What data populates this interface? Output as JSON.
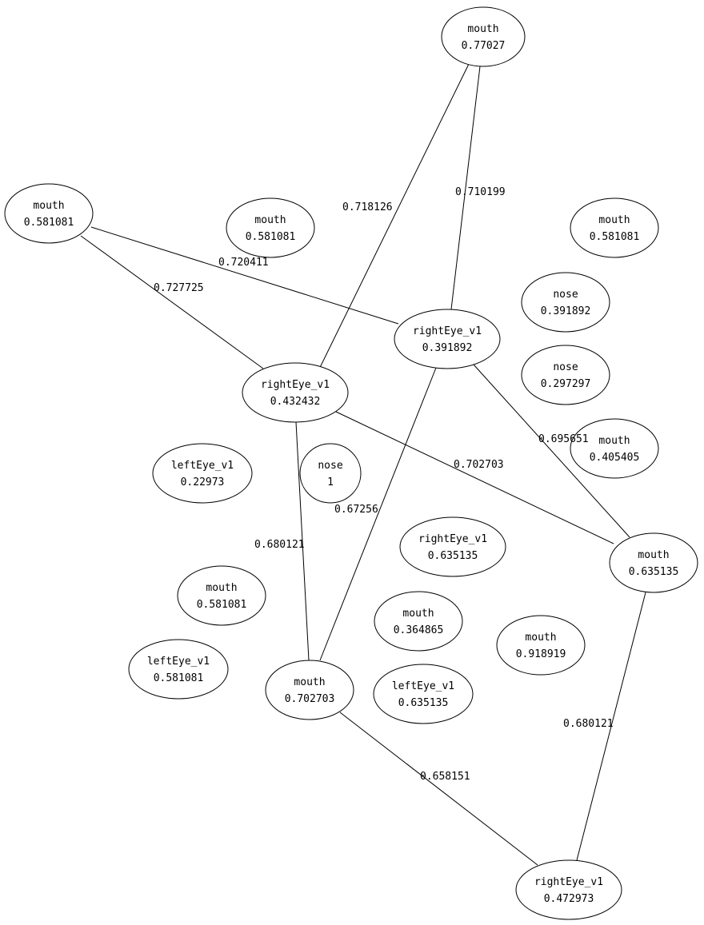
{
  "graph": {
    "colors": {
      "background": "#ffffff",
      "stroke": "#000000",
      "text": "#000000"
    },
    "nodes": [
      {
        "id": "n1",
        "label": "mouth",
        "score": "0.77027"
      },
      {
        "id": "n2",
        "label": "mouth",
        "score": "0.581081"
      },
      {
        "id": "n3",
        "label": "mouth",
        "score": "0.581081"
      },
      {
        "id": "n4",
        "label": "mouth",
        "score": "0.581081"
      },
      {
        "id": "n5",
        "label": "nose",
        "score": "0.391892"
      },
      {
        "id": "n6",
        "label": "rightEye_v1",
        "score": "0.391892"
      },
      {
        "id": "n7",
        "label": "nose",
        "score": "0.297297"
      },
      {
        "id": "n8",
        "label": "rightEye_v1",
        "score": "0.432432"
      },
      {
        "id": "n9",
        "label": "mouth",
        "score": "0.405405"
      },
      {
        "id": "n10",
        "label": "leftEye_v1",
        "score": "0.22973"
      },
      {
        "id": "n11",
        "label": "nose",
        "score": "1"
      },
      {
        "id": "n12",
        "label": "rightEye_v1",
        "score": "0.635135"
      },
      {
        "id": "n13",
        "label": "mouth",
        "score": "0.635135"
      },
      {
        "id": "n14",
        "label": "mouth",
        "score": "0.581081"
      },
      {
        "id": "n15",
        "label": "mouth",
        "score": "0.364865"
      },
      {
        "id": "n16",
        "label": "mouth",
        "score": "0.918919"
      },
      {
        "id": "n17",
        "label": "leftEye_v1",
        "score": "0.581081"
      },
      {
        "id": "n18",
        "label": "mouth",
        "score": "0.702703"
      },
      {
        "id": "n19",
        "label": "leftEye_v1",
        "score": "0.635135"
      },
      {
        "id": "n20",
        "label": "rightEye_v1",
        "score": "0.472973"
      }
    ],
    "edges": [
      {
        "from": "n1",
        "to": "n8",
        "weight": "0.718126"
      },
      {
        "from": "n1",
        "to": "n6",
        "weight": "0.710199"
      },
      {
        "from": "n2",
        "to": "n6",
        "weight": "0.720411"
      },
      {
        "from": "n2",
        "to": "n8",
        "weight": "0.727725"
      },
      {
        "from": "n6",
        "to": "n13",
        "weight": "0.695651"
      },
      {
        "from": "n8",
        "to": "n13",
        "weight": "0.702703"
      },
      {
        "from": "n6",
        "to": "n18",
        "weight": "0.67256"
      },
      {
        "from": "n8",
        "to": "n18",
        "weight": "0.680121"
      },
      {
        "from": "n13",
        "to": "n20",
        "weight": "0.680121"
      },
      {
        "from": "n18",
        "to": "n20",
        "weight": "0.658151"
      }
    ]
  }
}
